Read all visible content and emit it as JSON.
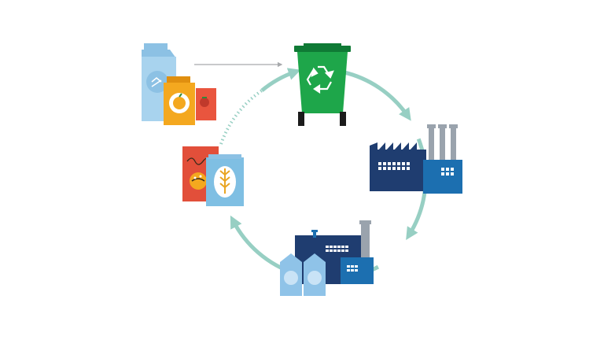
{
  "diagram": {
    "colors": {
      "cycle": "#97cfc3",
      "bin_green": "#1ea64a",
      "bin_dark": "#0f7a35",
      "factory_navy": "#1f3d70",
      "factory_blue": "#1c6fb0",
      "silo_light": "#8fc3e8",
      "chimney_gray": "#9aa3ad",
      "carton_lightblue": "#a8d3ee",
      "carton_orange": "#f4a81f",
      "carton_red": "#e9553e",
      "cereal_red": "#e24f3a",
      "cereal_blue": "#7fbfe3",
      "source_arrow": "#a7a9ac"
    },
    "nodes": [
      {
        "id": "food-cartons",
        "icon": "milk-and-juice-cartons"
      },
      {
        "id": "recycling-bin",
        "icon": "recycling-symbol"
      },
      {
        "id": "paper-mill",
        "icon": "factory-with-chimneys"
      },
      {
        "id": "packaging-plant",
        "icon": "factory-with-silos"
      },
      {
        "id": "cereal-boxes",
        "icon": "cereal-box-packages"
      }
    ],
    "cycle": {
      "direction": "clockwise",
      "style": "solid arrows with one dotted segment"
    }
  }
}
